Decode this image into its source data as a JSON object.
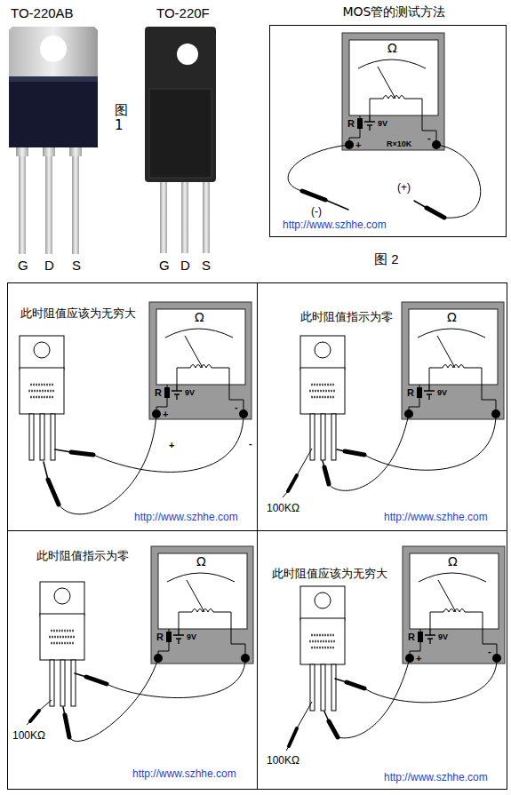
{
  "diagram": {
    "nodes": [
      {
        "text": [
          "MOS管的测试方法",
          "http://www.szhhe.com"
        ]
      },
      {
        "text": [
          "此时阻值应该为无穷大",
          "http://www.szhhe.com"
        ]
      },
      {
        "text": [
          "此时阻值指示为零",
          "http://www.szhhe.com"
        ]
      },
      {
        "text": [
          "此时阻值指示为零",
          "http://www.szhhe.com"
        ]
      },
      {
        "text": [
          "此时阻值应该为无穷大",
          "http://www.szhhe.com"
        ]
      }
    ],
    "labels": [
      "TO-220AB",
      "TO-220F",
      "图1",
      "G",
      "D",
      "S",
      "G",
      "D",
      "S",
      "图 2",
      "Ω",
      "R",
      "9V",
      "+",
      "R×10K",
      "-",
      "(-)",
      "(+)",
      "Ω",
      "R",
      "9V",
      "+",
      "-",
      "+",
      "-",
      "Ω",
      "R",
      "9V",
      "100KΩ",
      "Ω",
      "R",
      "9V",
      "100KΩ",
      "Ω",
      "R",
      "9V",
      "+",
      "-",
      "100KΩ"
    ]
  }
}
